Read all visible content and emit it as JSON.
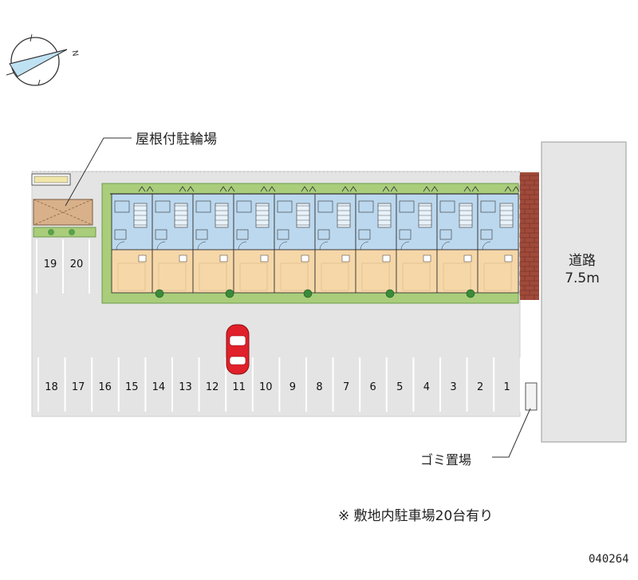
{
  "compass": {
    "north_label": "N",
    "icon": "compass-icon"
  },
  "labels": {
    "bicycle_parking": "屋根付駐輪場",
    "garbage": "ゴミ置場",
    "road_name": "道路",
    "road_width": "7.5m",
    "note": "※ 敷地内駐車場20台有り",
    "property_code": "040264"
  },
  "parking": {
    "main_row": [
      "18",
      "17",
      "16",
      "15",
      "14",
      "13",
      "12",
      "11",
      "10",
      "9",
      "8",
      "7",
      "6",
      "5",
      "4",
      "3",
      "2",
      "1"
    ],
    "side_row": [
      "19",
      "20"
    ]
  },
  "building": {
    "unit_count": 10
  },
  "colors": {
    "lot": "#e4e4e4",
    "road": "#e6e6e6",
    "unit_upper": "#bcd8ee",
    "unit_lower": "#f6d7a8",
    "hedge": "#a9cd7a",
    "wall": "#a04a3a",
    "car": "#e0202a"
  }
}
